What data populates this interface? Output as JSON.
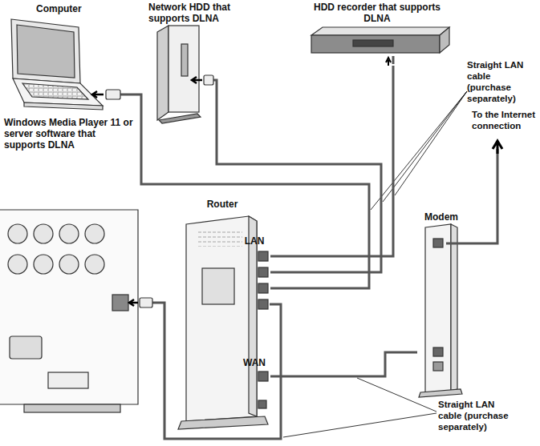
{
  "diagram": {
    "nodes": [
      {
        "text": [
          "Computer",
          "Windows Media Player 11 or server software that supports DLNA"
        ]
      },
      {
        "text": [
          "Network HDD that supports DLNA"
        ]
      },
      {
        "text": [
          "HDD recorder that supports DLNA"
        ]
      },
      {
        "text": [
          "Router",
          "LAN",
          "WAN"
        ]
      },
      {
        "text": [
          "Modem"
        ]
      }
    ],
    "edges": [
      {
        "from": 0,
        "to": 3,
        "arrow": "none"
      },
      {
        "from": 1,
        "to": 3,
        "arrow": "none"
      },
      {
        "from": 2,
        "to": 3,
        "arrow": "none"
      },
      {
        "from": 3,
        "to": 4,
        "arrow": "none"
      }
    ],
    "labels": [
      "Straight LAN cable (purchase separately)",
      "To the Internet connection",
      "Straight LAN cable (purchase separately)"
    ]
  }
}
